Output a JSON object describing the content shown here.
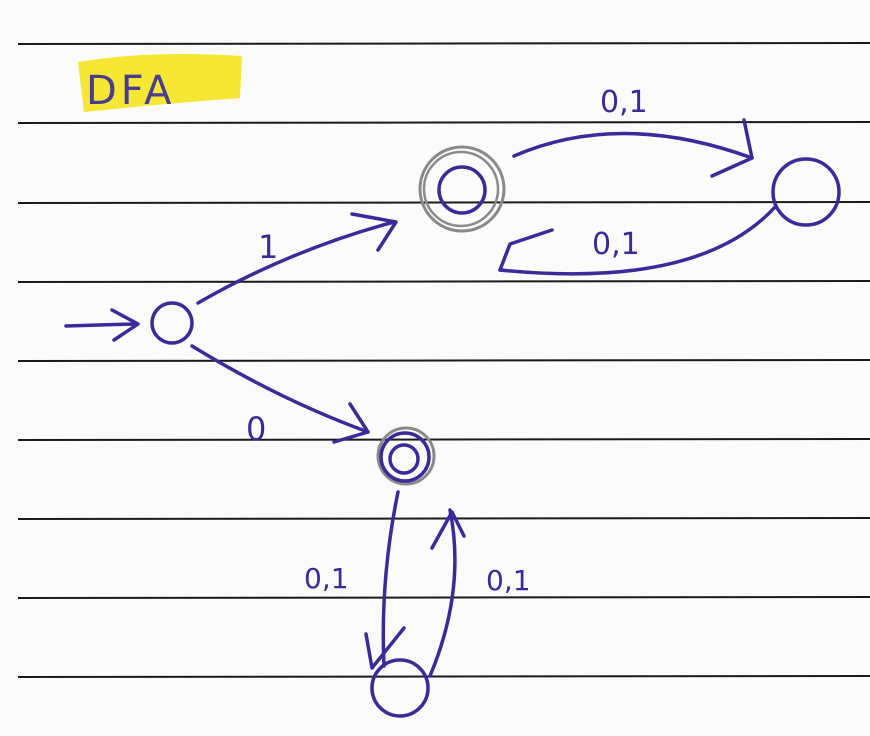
{
  "title": "DFA",
  "colors": {
    "ink": "#3a2a9a",
    "pencil": "#8a8a8a",
    "highlight": "#f5e62a",
    "paper": "#fbfbfb",
    "rule": "#1a1a1a"
  },
  "states": [
    {
      "id": "start",
      "accepting": false,
      "initial": true
    },
    {
      "id": "q_top",
      "accepting": true,
      "initial": false
    },
    {
      "id": "q_right",
      "accepting": false,
      "initial": false
    },
    {
      "id": "q_mid",
      "accepting": true,
      "initial": false
    },
    {
      "id": "q_bottom",
      "accepting": false,
      "initial": false
    }
  ],
  "transitions": [
    {
      "from": "start",
      "to": "q_top",
      "label": "1"
    },
    {
      "from": "start",
      "to": "q_mid",
      "label": "0"
    },
    {
      "from": "q_top",
      "to": "q_right",
      "label": "0,1"
    },
    {
      "from": "q_right",
      "to": "q_top",
      "label": "0,1"
    },
    {
      "from": "q_mid",
      "to": "q_bottom",
      "label": "0,1"
    },
    {
      "from": "q_bottom",
      "to": "q_mid",
      "label": "0,1"
    }
  ]
}
